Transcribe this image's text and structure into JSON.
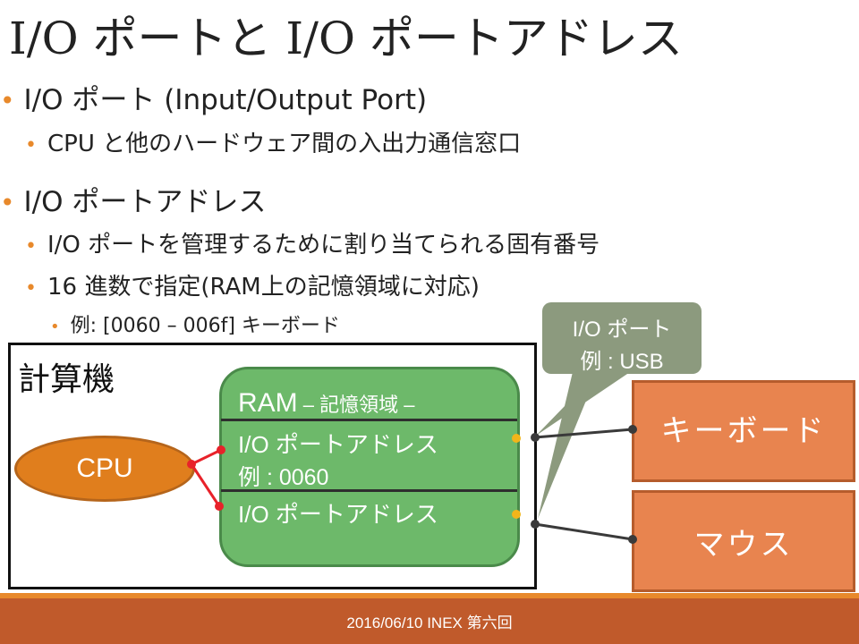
{
  "slide": {
    "title": "I/O ポートと I/O ポートアドレス",
    "bullets": [
      {
        "level": 1,
        "text": "I/O ポート (Input/Output Port)"
      },
      {
        "level": 2,
        "text": "CPU と他のハードウェア間の入出力通信窓口"
      },
      {
        "level": 1,
        "text": "I/O ポートアドレス"
      },
      {
        "level": 2,
        "text": "I/O ポートを管理するために割り当てられる固有番号"
      },
      {
        "level": 2,
        "text": "16 進数で指定(RAM上の記憶領域に対応)"
      },
      {
        "level": 3,
        "text": "例: [0060 – 006f] キーボード"
      }
    ],
    "bullet_glyph": "•"
  },
  "diagram": {
    "computer_label": "計算機",
    "cpu_label": "CPU",
    "ram": {
      "header": "RAM",
      "header_sub": " – 記憶領域 –",
      "port1_label": "I/O ポートアドレス",
      "port1_example": "例 : 0060",
      "port2_label": "I/O ポートアドレス"
    },
    "callout": {
      "line1": "I/O ポート",
      "line2": "例 : USB"
    },
    "devices": {
      "keyboard": "キーボード",
      "mouse": "マウス"
    }
  },
  "footer": {
    "text": "2016/06/10 INEX 第六回"
  },
  "colors": {
    "accent": "#e8892b",
    "footer_bg": "#c05a2b",
    "cpu_fill": "#e07e1d",
    "ram_fill": "#6db96a",
    "callout_fill": "#8c9a7e",
    "device_fill": "#e8844f",
    "cpu_connector": "#e8222a",
    "port_dot": "#f2b51a"
  }
}
